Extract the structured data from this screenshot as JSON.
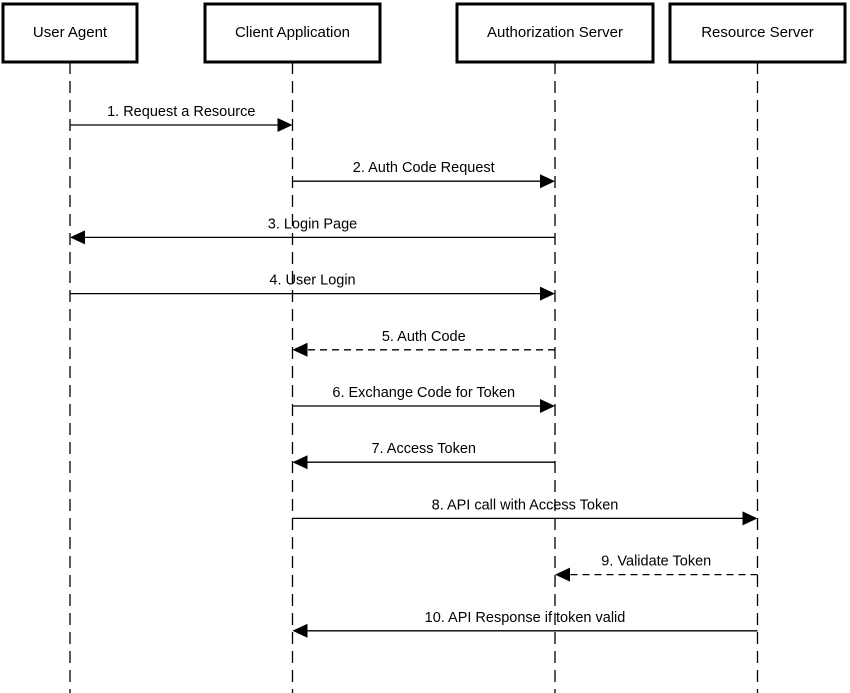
{
  "participants": [
    {
      "id": "user-agent",
      "label": "User Agent"
    },
    {
      "id": "client-application",
      "label": "Client Application"
    },
    {
      "id": "authorization-server",
      "label": "Authorization Server"
    },
    {
      "id": "resource-server",
      "label": "Resource Server"
    }
  ],
  "messages": [
    {
      "label": "1. Request a Resource",
      "from": "user-agent",
      "to": "client-application",
      "style": "solid"
    },
    {
      "label": "2. Auth Code Request",
      "from": "client-application",
      "to": "authorization-server",
      "style": "solid"
    },
    {
      "label": "3. Login Page",
      "from": "authorization-server",
      "to": "user-agent",
      "style": "solid"
    },
    {
      "label": "4. User Login",
      "from": "user-agent",
      "to": "authorization-server",
      "style": "solid"
    },
    {
      "label": "5. Auth Code",
      "from": "authorization-server",
      "to": "client-application",
      "style": "dashed"
    },
    {
      "label": "6. Exchange Code for Token",
      "from": "client-application",
      "to": "authorization-server",
      "style": "solid"
    },
    {
      "label": "7. Access Token",
      "from": "authorization-server",
      "to": "client-application",
      "style": "solid"
    },
    {
      "label": "8. API call with Access Token",
      "from": "client-application",
      "to": "resource-server",
      "style": "solid"
    },
    {
      "label": "9. Validate Token",
      "from": "resource-server",
      "to": "authorization-server",
      "style": "dashed"
    },
    {
      "label": "10. API Response if token valid",
      "from": "resource-server",
      "to": "client-application",
      "style": "solid"
    }
  ]
}
